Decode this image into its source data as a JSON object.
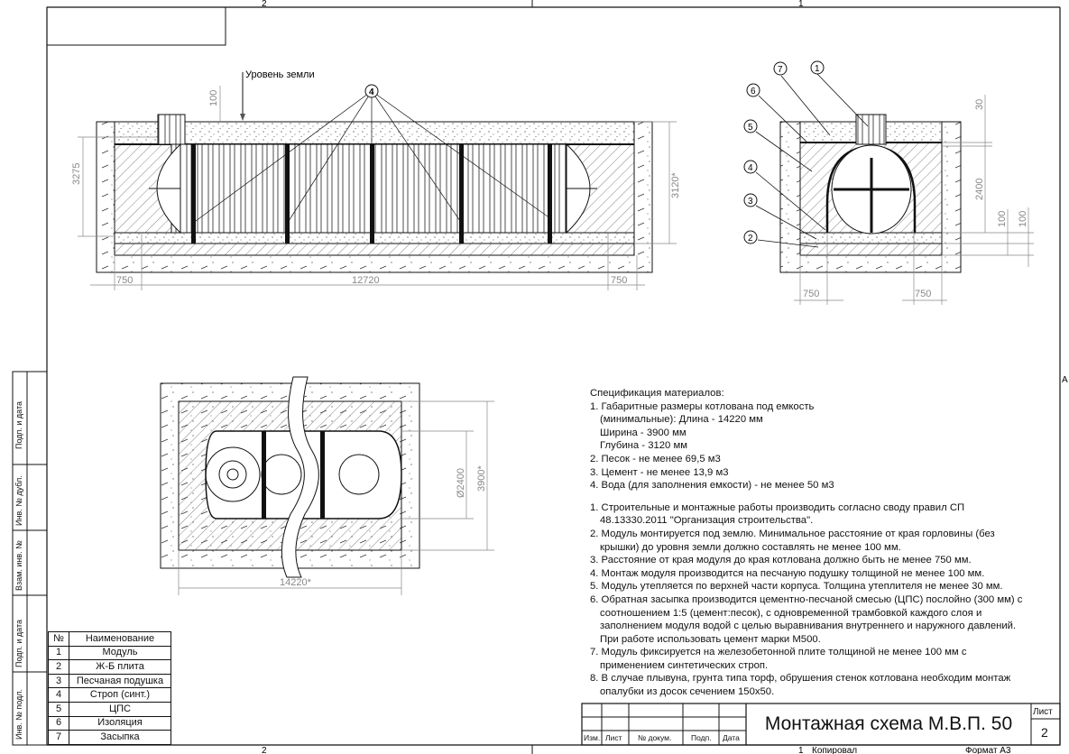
{
  "frame": {
    "zone_top_left": "2",
    "zone_top_right": "1",
    "zone_bottom_left": "2",
    "zone_bottom_right": "1",
    "zone_side": "A",
    "footer_copied": "Копировал",
    "footer_format": "Формат А3"
  },
  "side_strip": [
    "Подп. и дата",
    "Инв. № дубл.",
    "Взам. инв. №",
    "Подп. и дата",
    "Инв. № подл."
  ],
  "side_view": {
    "ground_label": "Уровень земли",
    "callout": "4",
    "dims": {
      "depth_total": "3275",
      "pit_depth": "3120*",
      "cover": "100",
      "left_gap": "750",
      "length": "12720",
      "right_gap": "750"
    }
  },
  "cross_section": {
    "callouts": [
      "1",
      "2",
      "3",
      "4",
      "5",
      "6",
      "7"
    ],
    "dims": {
      "insulation": "30",
      "height": "2400",
      "sand": "100",
      "slab": "100",
      "left_gap": "750",
      "right_gap": "750"
    }
  },
  "plan_view": {
    "dims": {
      "diameter": "Ø2400",
      "width": "3900*",
      "length": "14220*"
    }
  },
  "spec": {
    "heading": "Спецификация материалов:",
    "materials": [
      "1. Габаритные размеры котлована под емкость",
      "(минимальные): Длина - 14220 мм",
      "Ширина - 3900 мм",
      "Глубина - 3120 мм",
      "2. Песок - не менее 69,5 м3",
      "3. Цемент - не менее 13,9 м3",
      "4. Вода (для заполнения емкости) - не менее 50 м3"
    ],
    "notes": [
      "1. Строительные и монтажные работы производить согласно своду правил СП",
      "48.13330.2011 \"Организация строительства\".",
      "2. Модуль монтируется под землю. Минимальное расстояние от края горловины (без",
      "крышки) до уровня земли должно составлять не менее 100 мм.",
      "3. Расстояние от края модуля до края котлована должно быть не менее 750 мм.",
      "4. Монтаж модуля производится на песчаную подушку толщиной не менее 100 мм.",
      "5. Модуль утепляется по верхней части корпуса. Толщина утеплителя не менее 30 мм.",
      "6. Обратная засыпка производится цементно-песчаной смесью (ЦПС) послойно (300 мм) с",
      "соотношением 1:5 (цемент:песок), с одновременной трамбовкой каждого слоя и",
      "заполнением модуля водой с целью выравнивания внутреннего и наружного давлений.",
      "При работе использовать цемент марки М500.",
      "7. Модуль фиксируется на железобетонной плите толщиной не менее 100 мм с",
      "применением синтетических строп.",
      "8. В случае плывуна, грунта типа торф, обрушения стенок котлована необходим монтаж",
      "опалубки из досок сечением 150х50."
    ]
  },
  "parts_table": {
    "headers": [
      "№",
      "Наименование"
    ],
    "rows": [
      [
        "1",
        "Модуль"
      ],
      [
        "2",
        "Ж-Б плита"
      ],
      [
        "3",
        "Песчаная подушка"
      ],
      [
        "4",
        "Строп (синт.)"
      ],
      [
        "5",
        "ЦПС"
      ],
      [
        "6",
        "Изоляция"
      ],
      [
        "7",
        "Засыпка"
      ]
    ]
  },
  "title_block": {
    "title": "Монтажная схема М.В.П. 50",
    "cols": [
      "Изм.",
      "Лист",
      "№ докум.",
      "Подп.",
      "Дата"
    ],
    "sheet_label": "Лист",
    "sheet_number": "2"
  }
}
